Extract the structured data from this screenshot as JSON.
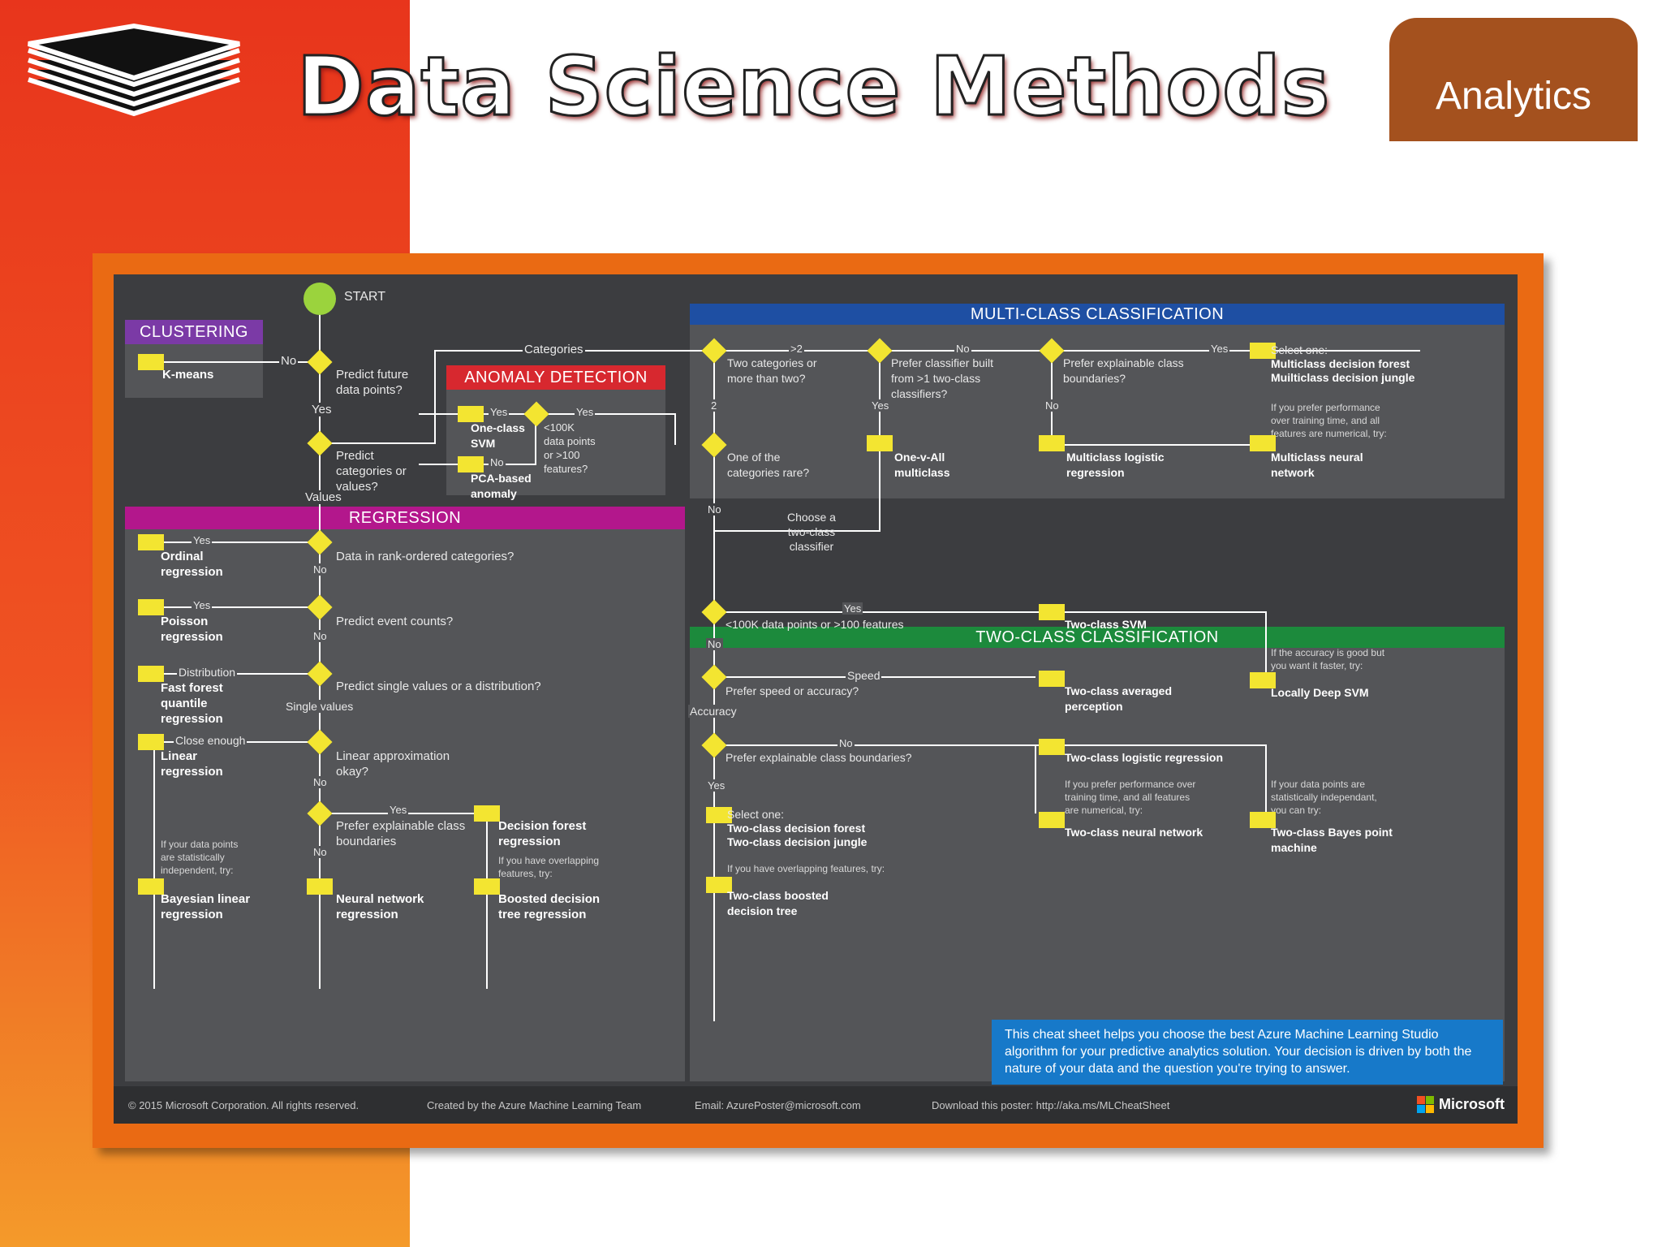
{
  "slide": {
    "title": "Data Science Methods",
    "tag": "Analytics"
  },
  "poster": {
    "start": "START",
    "sections": {
      "clustering": "CLUSTERING",
      "anomaly": "ANOMALY DETECTION",
      "regression": "REGRESSION",
      "multiclass": "MULTI-CLASS CLASSIFICATION",
      "twoclass": "TWO-CLASS CLASSIFICATION"
    },
    "colors": {
      "clustering": "#7b3aa6",
      "anomaly": "#d7282f",
      "regression": "#b3178c",
      "multiclass": "#1e4fa3",
      "twoclass": "#1c8a3c",
      "node": "#f3e531",
      "start": "#9bd33d"
    },
    "questions": {
      "predict_future": "Predict future\ndata points?",
      "predict_cat": "Predict\ncategories or\nvalues?",
      "anomaly_q": "<100K\ndata points\nor >100\nfeatures?",
      "rank": "Data in rank-ordered categories?",
      "event": "Predict event counts?",
      "single": "Predict single values or a distribution?",
      "linear": "Linear approximation\nokay?",
      "explain_reg": "Prefer explainable class\nboundaries",
      "two_or_more": "Two categories or\nmore than two?",
      "rare": "One of the\ncategories rare?",
      "built_from": "Prefer classifier built\nfrom >1 two-class\nclassifiers?",
      "explain_mc": "Prefer explainable class\nboundaries?",
      "choose_two": "Choose a\ntwo-class\nclassifier",
      "tc_100k": "<100K data points or >100 features",
      "speed": "Prefer speed or accuracy?",
      "explain_tc": "Prefer explainable class boundaries?"
    },
    "edges": {
      "categories": "Categories",
      "values": "Values",
      "yes": "Yes",
      "no": "No",
      "gt2": ">2",
      "two": "2",
      "distribution": "Distribution",
      "single_values": "Single values",
      "close_enough": "Close enough",
      "speed": "Speed",
      "accuracy": "Accuracy"
    },
    "algorithms": {
      "kmeans": "K-means",
      "one_class_svm": "One-class\nSVM",
      "pca": "PCA-based\nanomaly",
      "ordinal": "Ordinal\nregression",
      "poisson": "Poisson\nregression",
      "fast_forest": "Fast forest\nquantile\nregression",
      "linear": "Linear\nregression",
      "bayesian": "Bayesian linear\nregression",
      "neural_reg": "Neural network\nregression",
      "forest_reg": "Decision forest\nregression",
      "boosted_reg": "Boosted decision\ntree regression",
      "mc_select": "Select one:",
      "mc_forest": "Multiclass decision forest",
      "mc_jungle": "Muilticlass decision jungle",
      "one_v_all": "One-v-All\nmulticlass",
      "mc_logistic": "Multiclass logistic\nregression",
      "mc_neural": "Multiclass neural\nnetwork",
      "tc_svm": "Two-class SVM",
      "deep_svm": "Locally Deep SVM",
      "tc_perceptron": "Two-class averaged\nperception",
      "tc_logistic": "Two-class logistic regression",
      "tc_neural": "Two-class neural network",
      "tc_bayes": "Two-class Bayes point\nmachine",
      "tc_select": "Select one:",
      "tc_forest": "Two-class decision forest",
      "tc_jungle": "Two-class decision jungle",
      "tc_boosted": "Two-class boosted\ndecision tree"
    },
    "notes": {
      "mc_perf": "If you prefer performance\nover training time, and all\nfeatures are numerical, try:",
      "accuracy_faster": "If the accuracy is good but\nyou want it faster, try:",
      "tc_perf": "If you prefer performance over\ntraining time, and all features\nare numerical, try:",
      "tc_indep": "If your data points are\nstatistically independant,\nyou can try:",
      "tc_overlap": "If you have overlapping features, try:",
      "reg_indep": "If your data points\nare statistically\nindependent, try:",
      "reg_overlap": "If you have overlapping\nfeatures, try:"
    },
    "info": "This cheat sheet helps you choose the best Azure Machine Learning Studio algorithm for your predictive analytics solution. Your decision is driven by both the nature of your data and the question you're trying to answer.",
    "footer": {
      "copyright": "© 2015 Microsoft Corporation. All rights reserved.",
      "created": "Created by the Azure Machine Learning Team",
      "email": "Email: AzurePoster@microsoft.com",
      "download": "Download this poster: http://aka.ms/MLCheatSheet",
      "brand": "Microsoft"
    }
  }
}
